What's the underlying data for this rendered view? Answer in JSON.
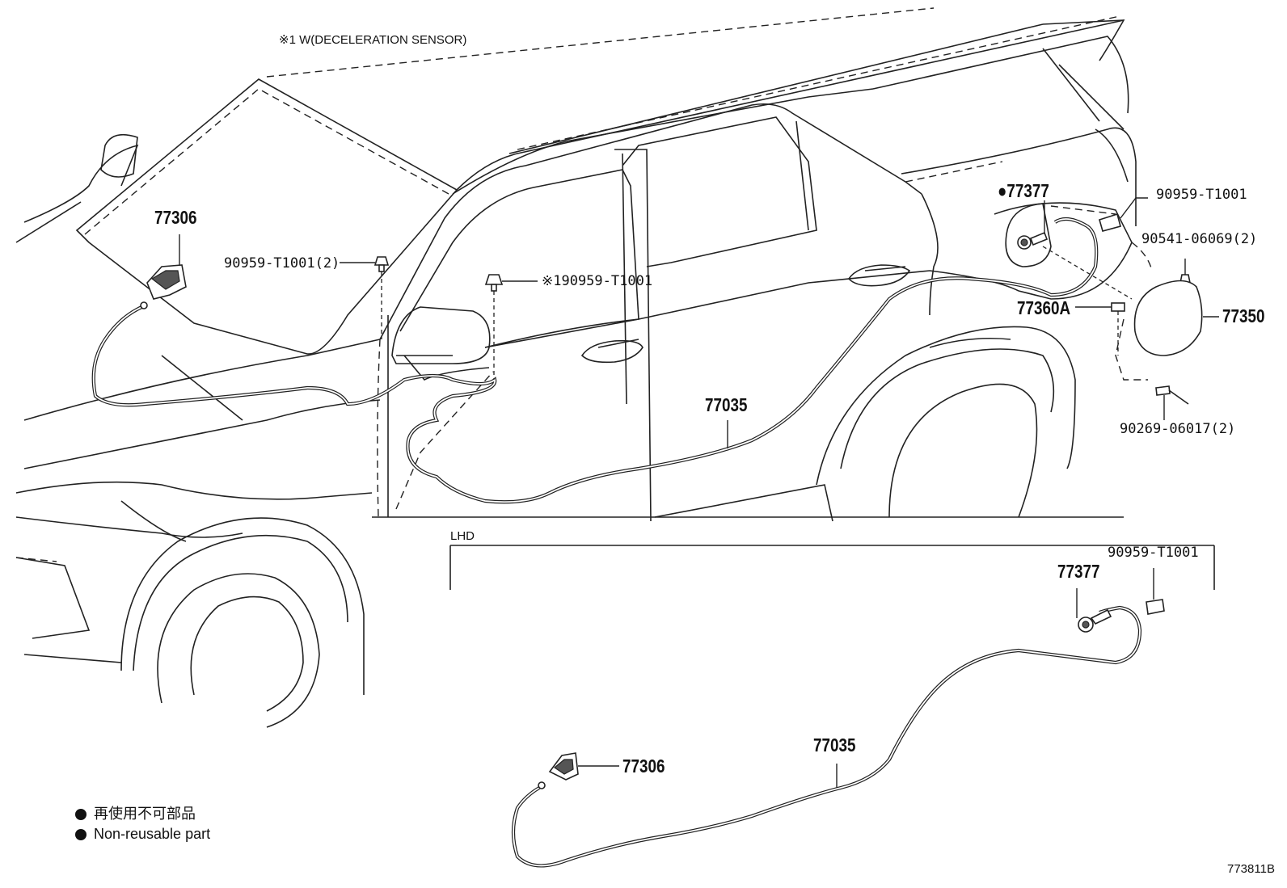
{
  "header_note": "※1 W(DECELERATION SENSOR)",
  "labels": {
    "p77306_top": "77306",
    "p90959_left": "90959-T1001(2)",
    "p190959": "※190959-T1001",
    "p77377_top": "●77377",
    "p90959_rear": "90959-T1001",
    "p90541": "90541-06069(2)",
    "p77360a": "77360A",
    "p77350": "77350",
    "p90269": "90269-06017(2)",
    "p77035_top": "77035",
    "lhd": "LHD",
    "p90959_lhd": "90959-T1001",
    "p77377_lhd": "77377",
    "p77035_lhd": "77035",
    "p77306_lhd": "77306"
  },
  "legend": {
    "item1": "再使用不可部品",
    "item2": "Non-reusable part"
  },
  "diagram_id": "773811B"
}
